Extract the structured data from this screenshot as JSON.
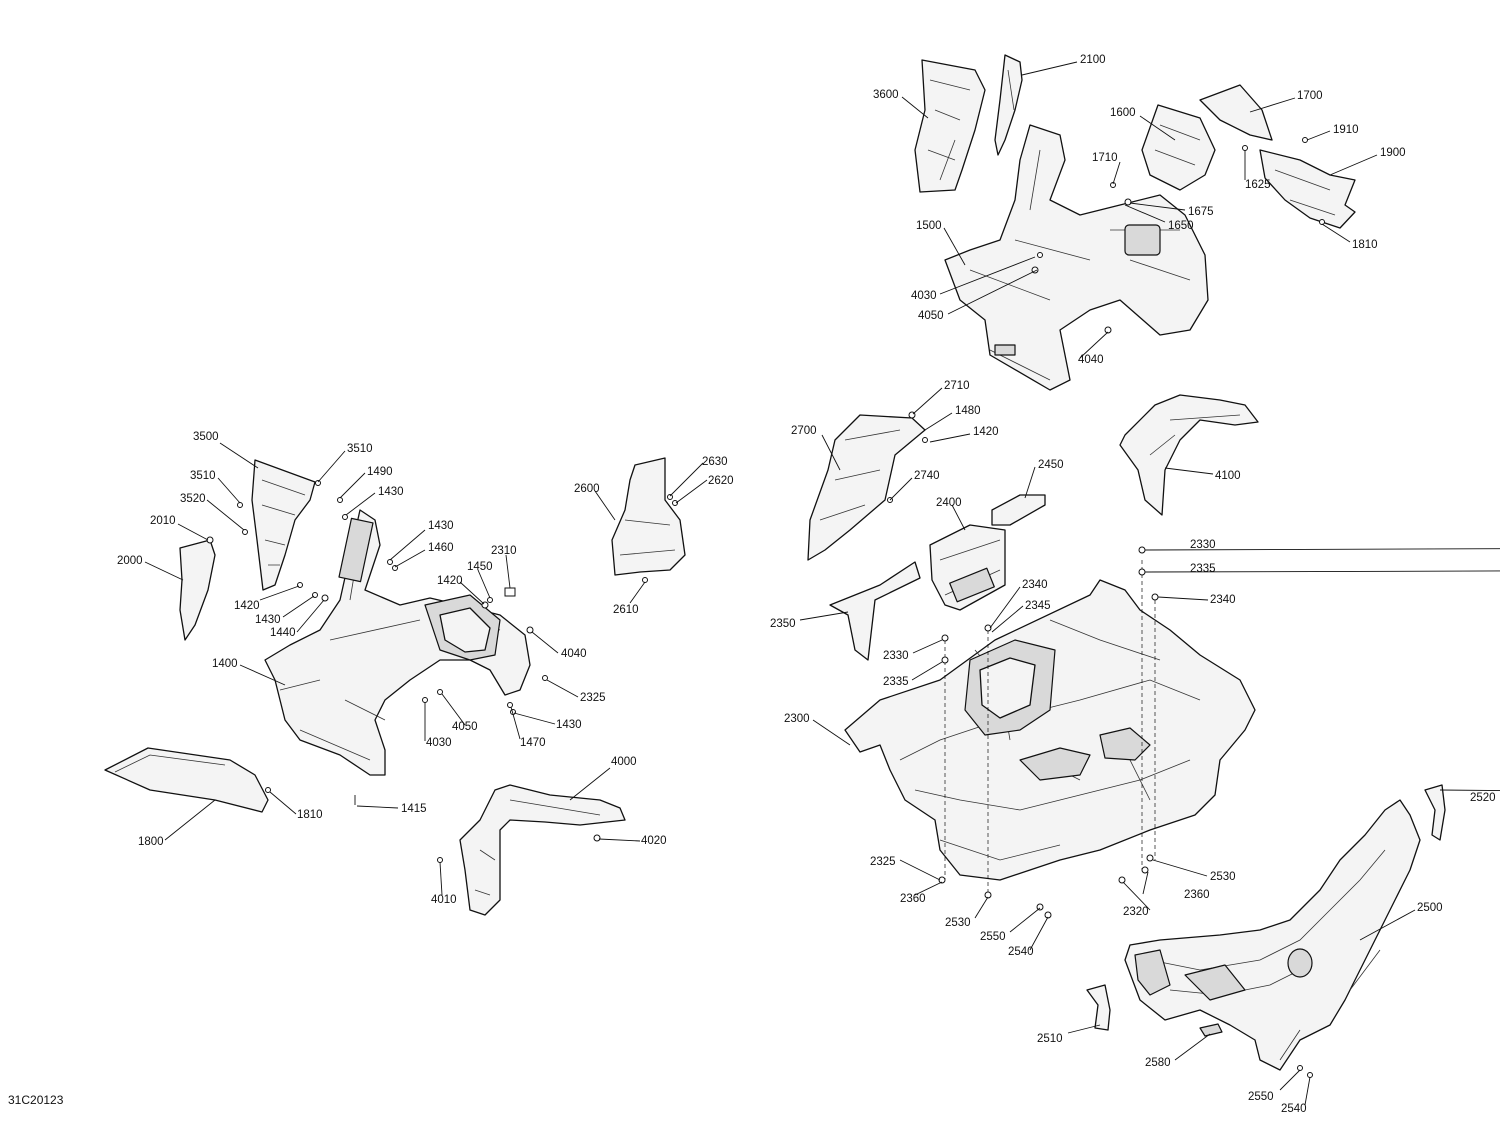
{
  "diagram_code": "31C20123",
  "labels": [
    {
      "id": "p2100",
      "text": "2100"
    },
    {
      "id": "p3600",
      "text": "3600"
    },
    {
      "id": "p1700",
      "text": "1700"
    },
    {
      "id": "p1600",
      "text": "1600"
    },
    {
      "id": "p1910",
      "text": "1910"
    },
    {
      "id": "p1900",
      "text": "1900"
    },
    {
      "id": "p1710",
      "text": "1710"
    },
    {
      "id": "p1625",
      "text": "1625"
    },
    {
      "id": "p1675",
      "text": "1675"
    },
    {
      "id": "p1650",
      "text": "1650"
    },
    {
      "id": "p1810a",
      "text": "1810"
    },
    {
      "id": "p1500",
      "text": "1500"
    },
    {
      "id": "p4030a",
      "text": "4030"
    },
    {
      "id": "p4050a",
      "text": "4050"
    },
    {
      "id": "p4040a",
      "text": "4040"
    },
    {
      "id": "p2710",
      "text": "2710"
    },
    {
      "id": "p1480",
      "text": "1480"
    },
    {
      "id": "p2700",
      "text": "2700"
    },
    {
      "id": "p1420a",
      "text": "1420"
    },
    {
      "id": "p4100",
      "text": "4100"
    },
    {
      "id": "p2740",
      "text": "2740"
    },
    {
      "id": "p2450",
      "text": "2450"
    },
    {
      "id": "p2400",
      "text": "2400"
    },
    {
      "id": "p2330a",
      "text": "2330"
    },
    {
      "id": "p2335a",
      "text": "2335"
    },
    {
      "id": "p2340a",
      "text": "2340"
    },
    {
      "id": "p2340b",
      "text": "2340"
    },
    {
      "id": "p2345",
      "text": "2345"
    },
    {
      "id": "p2350",
      "text": "2350"
    },
    {
      "id": "p2330b",
      "text": "2330"
    },
    {
      "id": "p2335b",
      "text": "2335"
    },
    {
      "id": "p2300",
      "text": "2300"
    },
    {
      "id": "p2520",
      "text": "2520"
    },
    {
      "id": "p2325b",
      "text": "2325"
    },
    {
      "id": "p2530a",
      "text": "2530"
    },
    {
      "id": "p2360a",
      "text": "2360"
    },
    {
      "id": "p2360b",
      "text": "2360"
    },
    {
      "id": "p2320",
      "text": "2320"
    },
    {
      "id": "p2530b",
      "text": "2530"
    },
    {
      "id": "p2550a",
      "text": "2550"
    },
    {
      "id": "p2540a",
      "text": "2540"
    },
    {
      "id": "p2500",
      "text": "2500"
    },
    {
      "id": "p2510",
      "text": "2510"
    },
    {
      "id": "p2580",
      "text": "2580"
    },
    {
      "id": "p2550b",
      "text": "2550"
    },
    {
      "id": "p2540b",
      "text": "2540"
    },
    {
      "id": "p3500",
      "text": "3500"
    },
    {
      "id": "p3510a",
      "text": "3510"
    },
    {
      "id": "p1490",
      "text": "1490"
    },
    {
      "id": "p3510b",
      "text": "3510"
    },
    {
      "id": "p1430a",
      "text": "1430"
    },
    {
      "id": "p3520",
      "text": "3520"
    },
    {
      "id": "p2010",
      "text": "2010"
    },
    {
      "id": "p1430b",
      "text": "1430"
    },
    {
      "id": "p1460",
      "text": "1460"
    },
    {
      "id": "p2310",
      "text": "2310"
    },
    {
      "id": "p2000",
      "text": "2000"
    },
    {
      "id": "p1450",
      "text": "1450"
    },
    {
      "id": "p1420b",
      "text": "1420"
    },
    {
      "id": "p1420c",
      "text": "1420"
    },
    {
      "id": "p1430c",
      "text": "1430"
    },
    {
      "id": "p1440",
      "text": "1440"
    },
    {
      "id": "p4040b",
      "text": "4040"
    },
    {
      "id": "p1400",
      "text": "1400"
    },
    {
      "id": "p2325a",
      "text": "2325"
    },
    {
      "id": "p4050b",
      "text": "4050"
    },
    {
      "id": "p1430d",
      "text": "1430"
    },
    {
      "id": "p4030b",
      "text": "4030"
    },
    {
      "id": "p1470",
      "text": "1470"
    },
    {
      "id": "p1810b",
      "text": "1810"
    },
    {
      "id": "p1415",
      "text": "1415"
    },
    {
      "id": "p1800",
      "text": "1800"
    },
    {
      "id": "p4000",
      "text": "4000"
    },
    {
      "id": "p4020",
      "text": "4020"
    },
    {
      "id": "p4010",
      "text": "4010"
    },
    {
      "id": "p2600",
      "text": "2600"
    },
    {
      "id": "p2630",
      "text": "2630"
    },
    {
      "id": "p2620",
      "text": "2620"
    },
    {
      "id": "p2610",
      "text": "2610"
    }
  ]
}
